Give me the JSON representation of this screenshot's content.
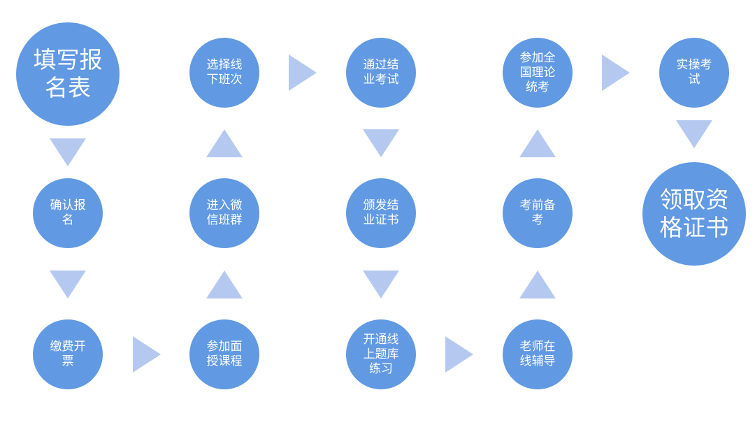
{
  "colors": {
    "node": "#6199e3",
    "arrow": "#b5c9f0"
  },
  "steps": {
    "s1": "填写报\n名表",
    "s2": "确认报\n名",
    "s3": "缴费开\n票",
    "s4": "参加面\n授课程",
    "s5": "进入微\n信班群",
    "s6": "选择线\n下班次",
    "s7": "通过结\n业考试",
    "s8": "颁发结\n业证书",
    "s9": "开通线\n上题库\n练习",
    "s10": "老师在\n线辅导",
    "s11": "考前备\n考",
    "s12": "参加全\n国理论\n统考",
    "s13": "实操考\n试",
    "s14": "领取资\n格证书"
  }
}
